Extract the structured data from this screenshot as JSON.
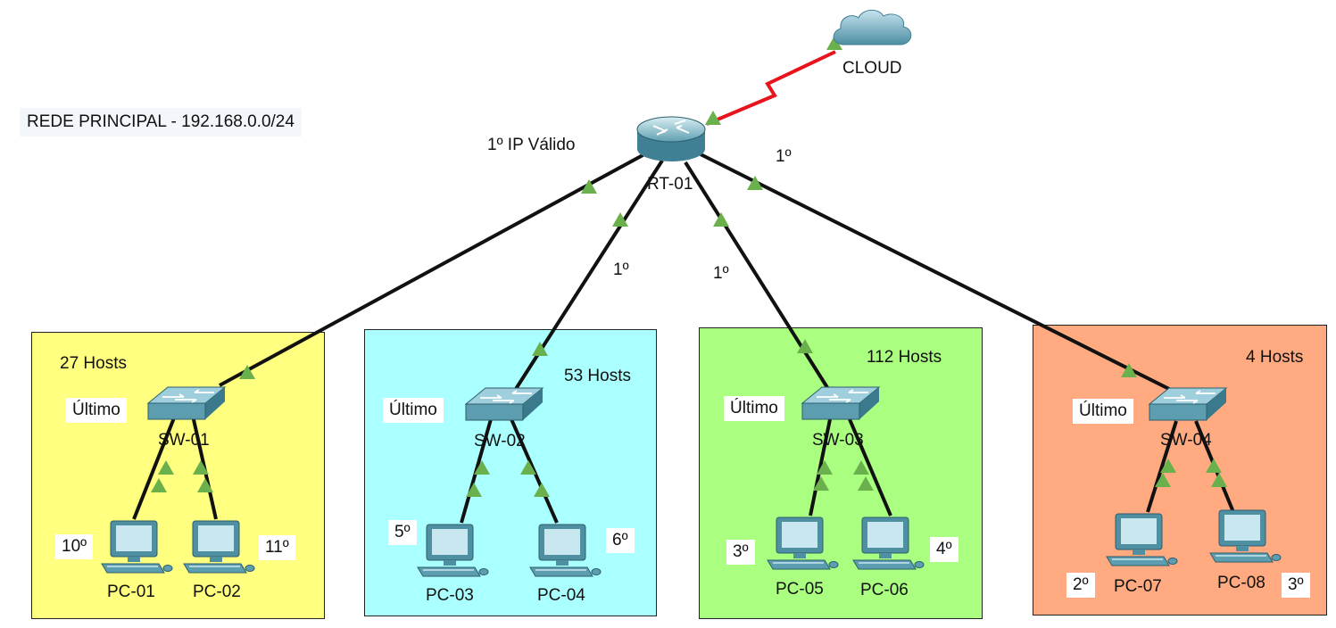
{
  "title": "REDE PRINCIPAL - 192.168.0.0/24",
  "cloud": {
    "label": "CLOUD",
    "icon": "cloud-icon"
  },
  "router": {
    "label": "RT-01",
    "icon": "router-icon",
    "note": "1º IP Válido"
  },
  "link_labels": [
    "1º",
    "1º",
    "1º"
  ],
  "colors": {
    "yellow": "#ffff80",
    "cyan": "#aaffff",
    "green": "#aaff80",
    "orange": "#ffaa80",
    "wan_link": "#e8141b",
    "link": "#111111",
    "port": "#6ab04c"
  },
  "zones": [
    {
      "hosts": "27 Hosts",
      "last": "Último",
      "switch": "SW-01",
      "pcs": [
        {
          "name": "PC-01",
          "order": "10º"
        },
        {
          "name": "PC-02",
          "order": "11º"
        }
      ]
    },
    {
      "hosts": "53 Hosts",
      "last": "Último",
      "switch": "SW-02",
      "pcs": [
        {
          "name": "PC-03",
          "order": "5º"
        },
        {
          "name": "PC-04",
          "order": "6º"
        }
      ]
    },
    {
      "hosts": "112 Hosts",
      "last": "Último",
      "switch": "SW-03",
      "pcs": [
        {
          "name": "PC-05",
          "order": "3º"
        },
        {
          "name": "PC-06",
          "order": "4º"
        }
      ]
    },
    {
      "hosts": "4 Hosts",
      "last": "Último",
      "switch": "SW-04",
      "pcs": [
        {
          "name": "PC-07",
          "order": "2º"
        },
        {
          "name": "PC-08",
          "order": "3º"
        }
      ]
    }
  ]
}
